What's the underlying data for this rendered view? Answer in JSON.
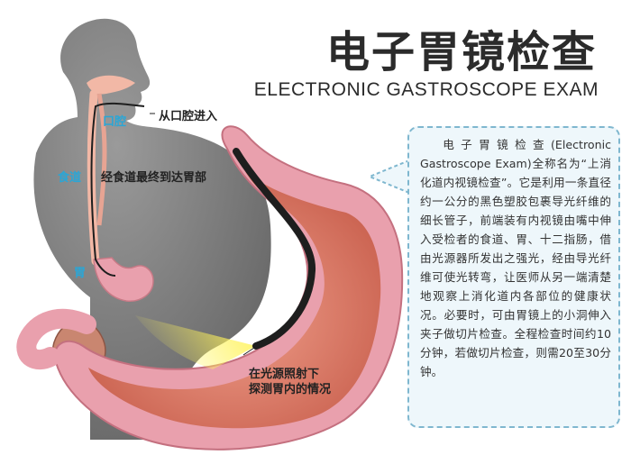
{
  "title": {
    "chinese": "电子胃镜检查",
    "english": "ELECTRONIC GASTROSCOPE EXAM"
  },
  "labels": {
    "mouth": "口腔",
    "esophagus": "食道",
    "stomach": "胃",
    "enter_mouth": "从口腔进入",
    "via_esophagus": "经食道最终到达胃部",
    "light_line1": "在光源照射下",
    "light_line2": "探测胃内的情况"
  },
  "description": "电子胃镜检查(Electronic Gastroscope Exam)全称名为“上消化道内视镜检查”。它是利用一条直径约一公分的黑色塑胶包裹导光纤维的细长管子，前端装有内视镜由嘴中伸入受检者的食道、胃、十二指肠，借由光源器所发出之强光，经由导光纤维可使光转弯，让医师从另一端清楚地观察上消化道内各部位的健康状况。必要时，可由胃镜上的小洞伸入夹子做切片检查。全程检查时间约10分钟，若做切片检查，则需20至30分钟。",
  "colors": {
    "body": "#7d7d7d",
    "stomach_outer": "#e9a0ad",
    "stomach_inner": "#d56f5c",
    "scope": "#1e1e1e",
    "light": "#fff35a",
    "accent": "#2aa6d6",
    "box_border": "#7fb7cf"
  }
}
